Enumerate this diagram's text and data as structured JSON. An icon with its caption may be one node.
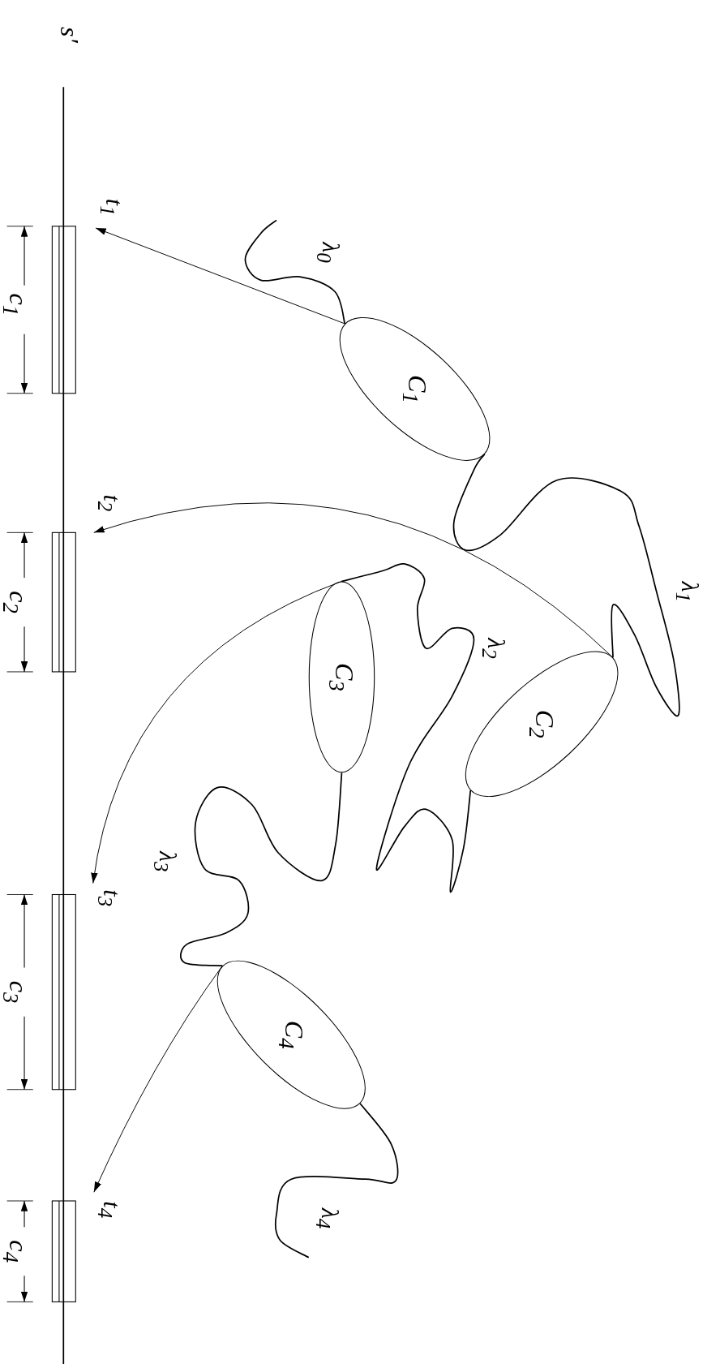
{
  "diagram": {
    "nodes": [
      {
        "text": [
          "C$_{1}$"
        ]
      },
      {
        "text": [
          "C$_{2}$"
        ]
      },
      {
        "text": [
          "C$_{3}$"
        ]
      },
      {
        "text": [
          "C$_{4}$"
        ]
      },
      {
        "text": [
          "t$_{1}$"
        ]
      },
      {
        "text": [
          "t$_{2}$"
        ]
      },
      {
        "text": [
          "t$_{3}$"
        ]
      },
      {
        "text": [
          "t$_{4}$"
        ]
      }
    ],
    "edges": [
      {
        "from": 0,
        "to": 4,
        "arrow": "to"
      },
      {
        "from": 1,
        "to": 5,
        "arrow": "to"
      },
      {
        "from": 2,
        "to": 6,
        "arrow": "to"
      },
      {
        "from": 3,
        "to": 7,
        "arrow": "to"
      },
      {
        "from": null,
        "to": 0,
        "arrow": "none",
        "label": "λ$_{0}$"
      },
      {
        "from": 0,
        "to": 1,
        "arrow": "none",
        "label": "λ$_{1}$"
      },
      {
        "from": 2,
        "to": 1,
        "arrow": "none",
        "label": "λ$_{2}$"
      },
      {
        "from": 2,
        "to": 3,
        "arrow": "none",
        "label": "λ$_{3}$"
      },
      {
        "from": 3,
        "to": null,
        "arrow": "none",
        "label": "λ$_{4}$"
      }
    ],
    "labels": [
      "s′",
      "c$_{1}$",
      "c$_{2}$",
      "c$_{3}$",
      "c$_{4}$"
    ]
  }
}
